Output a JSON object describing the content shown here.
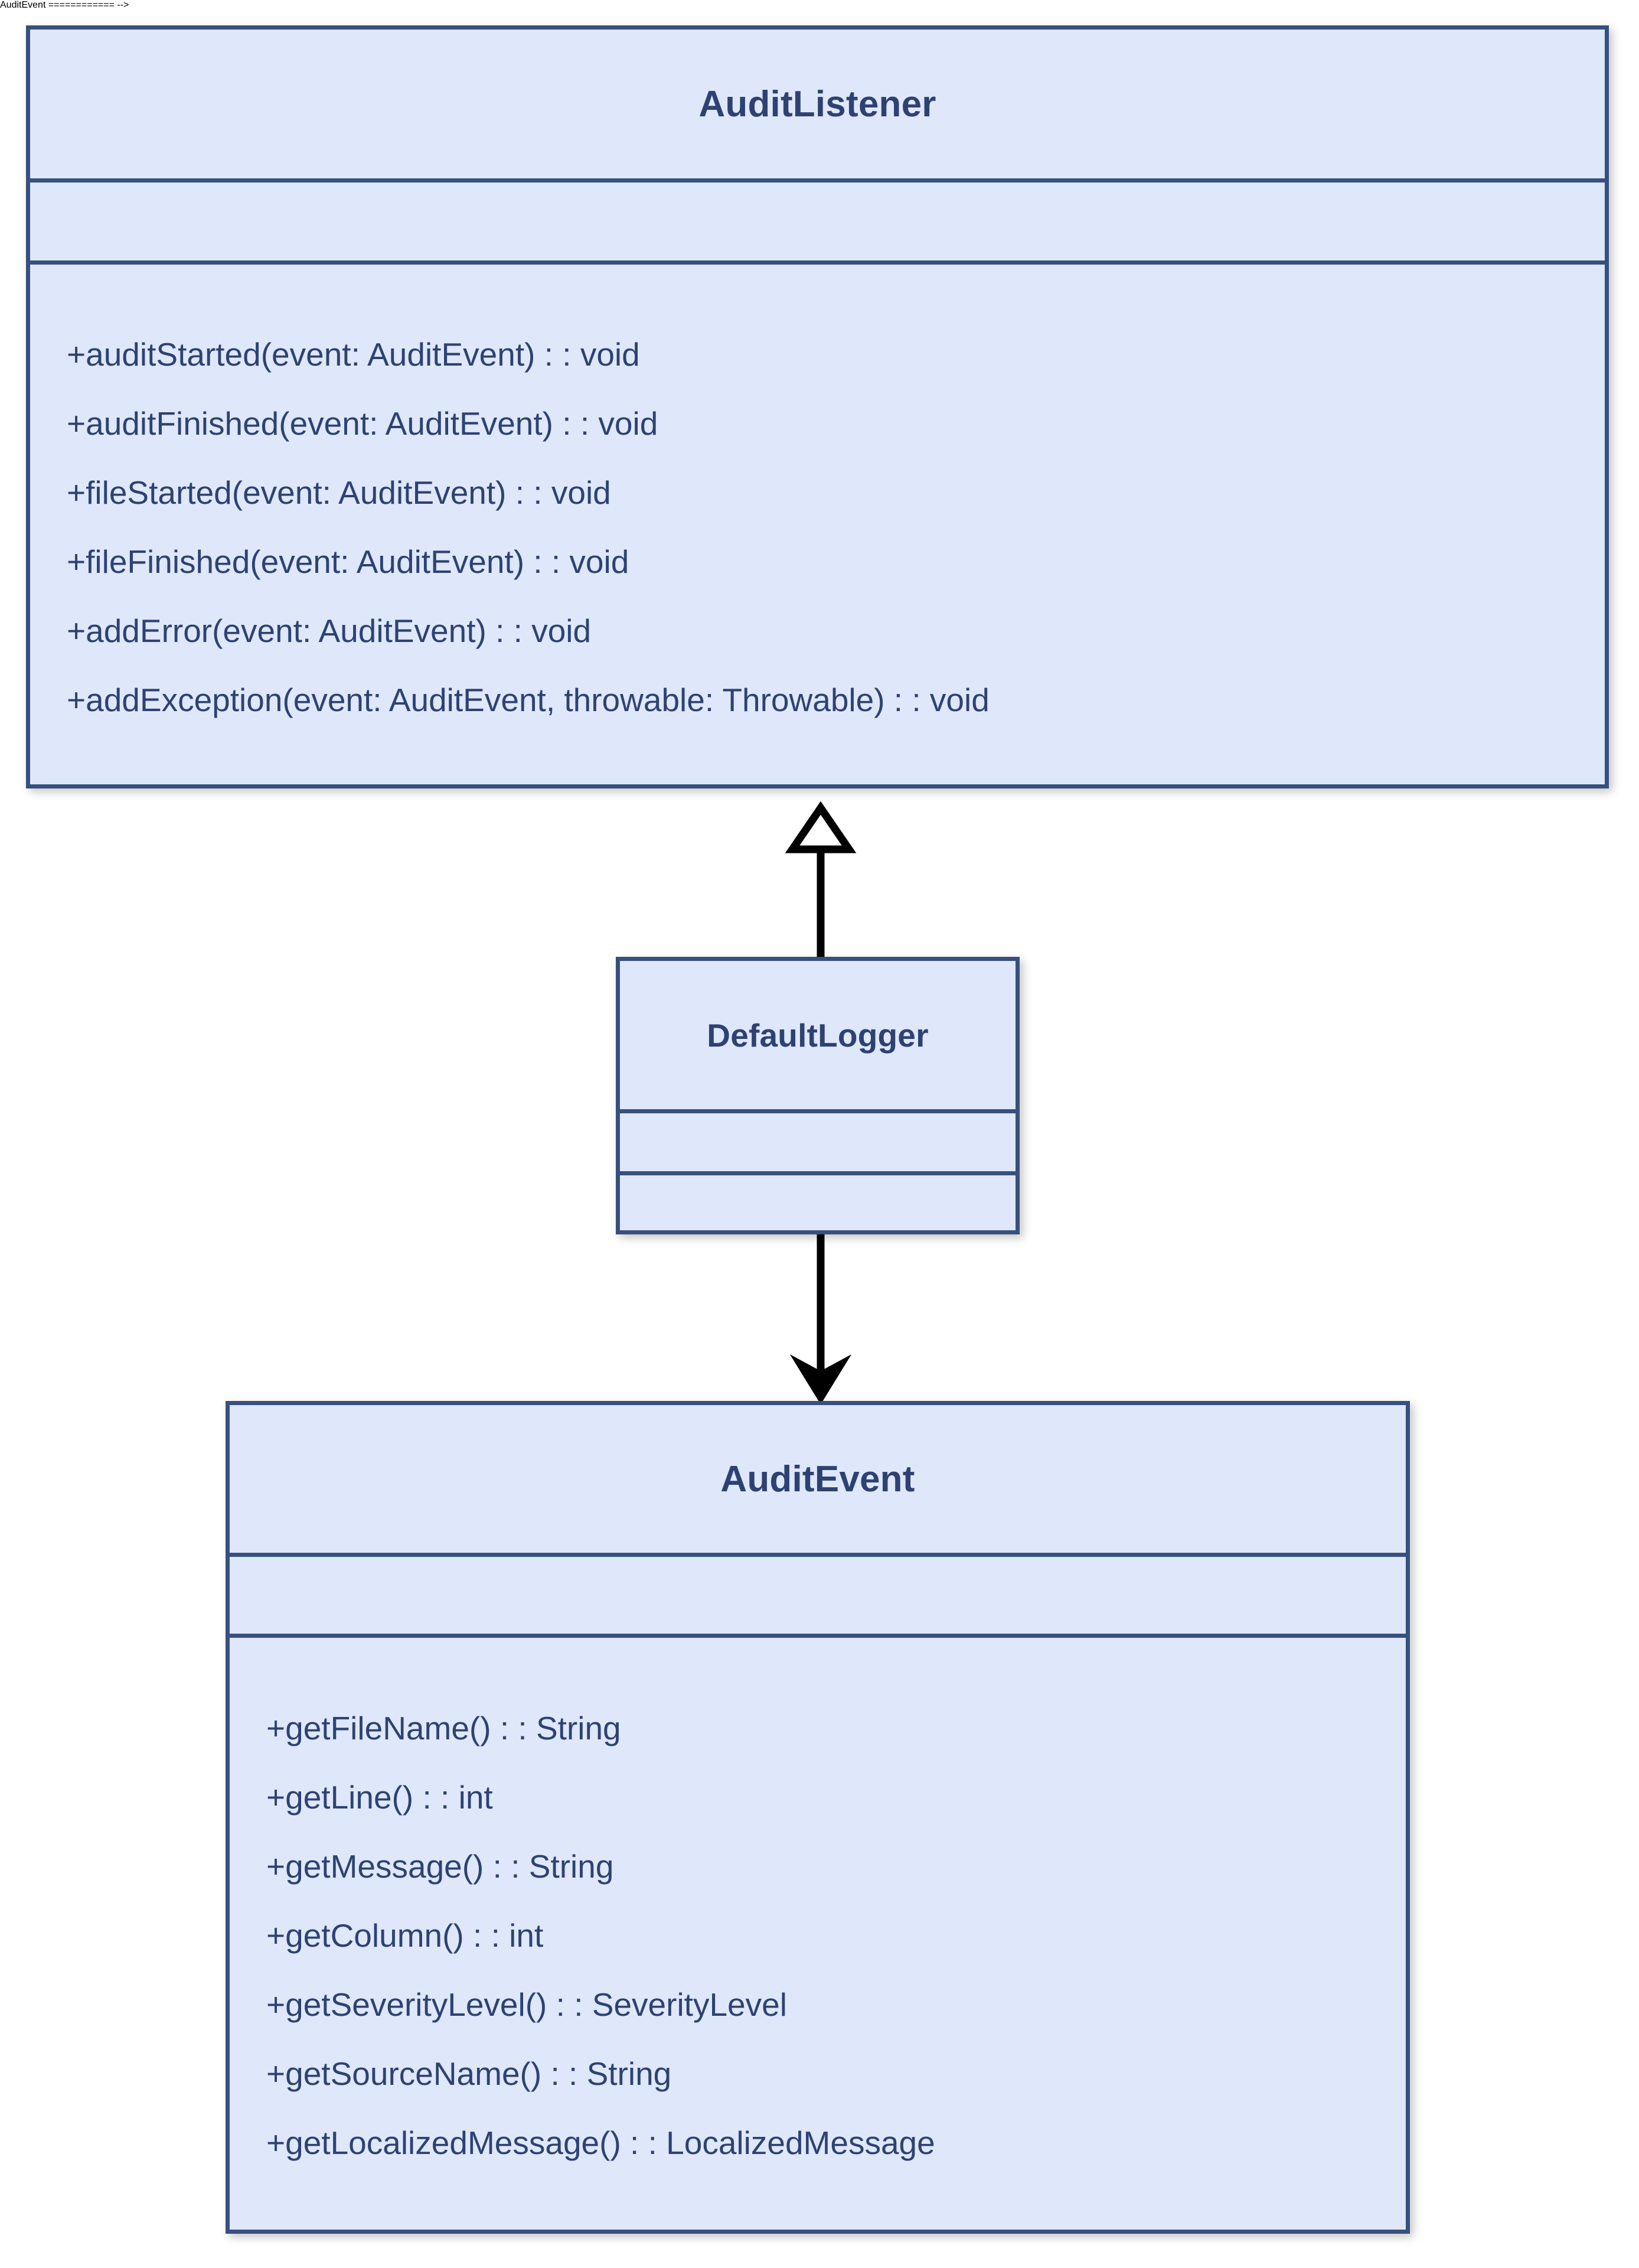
{
  "diagram": {
    "type": "uml-class-diagram",
    "background_color": "#ffffff",
    "class_fill_color": "#dfe7fa",
    "class_border_color": "#37507e",
    "class_text_color": "#2e4272",
    "connector_color": "#000000"
  },
  "classes": {
    "audit_listener": {
      "name": "AuditListener",
      "attributes": [],
      "methods": [
        "+auditStarted(event: AuditEvent) : : void",
        "+auditFinished(event: AuditEvent) : : void",
        "+fileStarted(event: AuditEvent) : : void",
        "+fileFinished(event: AuditEvent) : : void",
        "+addError(event: AuditEvent) : : void",
        "+addException(event: AuditEvent, throwable: Throwable) : : void"
      ]
    },
    "default_logger": {
      "name": "DefaultLogger",
      "attributes": [],
      "methods": []
    },
    "audit_event": {
      "name": "AuditEvent",
      "attributes": [],
      "methods": [
        "+getFileName() : : String",
        "+getLine() : : int",
        "+getMessage() : : String",
        "+getColumn() : : int",
        "+getSeverityLevel() : : SeverityLevel",
        "+getSourceName() : : String",
        "+getLocalizedMessage() : : LocalizedMessage"
      ]
    }
  },
  "relationships": [
    {
      "id": "generalization",
      "from": "DefaultLogger",
      "to": "AuditListener",
      "arrow": "hollow-triangle-open",
      "direction": "up"
    },
    {
      "id": "association",
      "from": "DefaultLogger",
      "to": "AuditEvent",
      "arrow": "filled-arrowhead",
      "direction": "down"
    }
  ]
}
